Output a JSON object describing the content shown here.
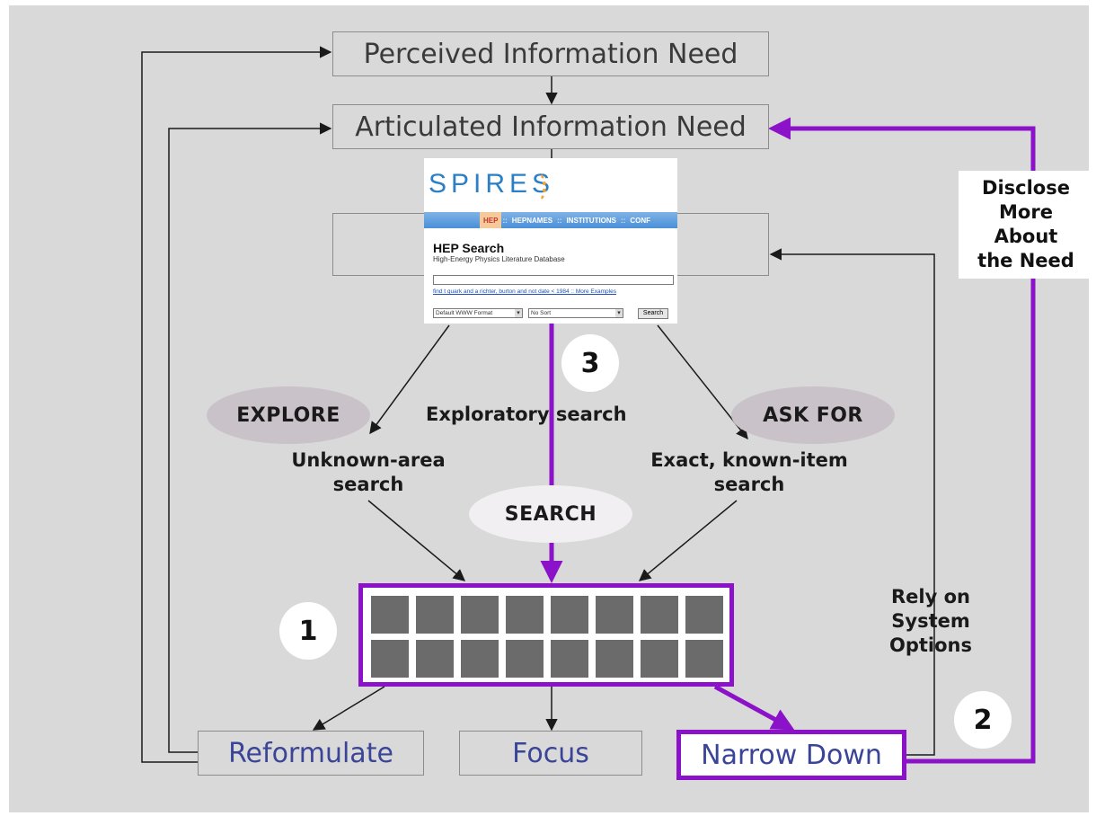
{
  "boxes": {
    "perceived": "Perceived Information Need",
    "articulated": "Articulated Information Need",
    "reformulate": "Reformulate",
    "focus": "Focus",
    "narrow_down": "Narrow Down"
  },
  "ellipses": {
    "explore": "EXPLORE",
    "ask_for": "ASK FOR",
    "search": "SEARCH"
  },
  "labels": {
    "exploratory": "Exploratory search",
    "unknown_area": "Unknown-area\nsearch",
    "exact_known": "Exact, known-item\nsearch",
    "rely_on": "Rely on\nSystem\nOptions",
    "disclose": "Disclose\nMore\nAbout\nthe Need"
  },
  "badges": {
    "one": "1",
    "two": "2",
    "three": "3"
  },
  "spires": {
    "logo": "SPIRES",
    "nav": [
      "HEP",
      "HEPNAMES",
      "INSTITUTIONS",
      "CONF"
    ],
    "title": "HEP Search",
    "subtitle": "High-Energy Physics Literature Database",
    "example": "find t quark and a richter, burton and not date < 1984 :: More Examples",
    "format_select": "Default WWW Format",
    "sort_select": "No Sort",
    "search_button": "Search"
  },
  "results_grid": {
    "rows": 2,
    "columns": 8
  },
  "colors": {
    "background": "#d9d9d9",
    "accent_purple": "#8b12c8",
    "arrow": "#1a1a1a",
    "box_text_blue": "#3b4597"
  }
}
